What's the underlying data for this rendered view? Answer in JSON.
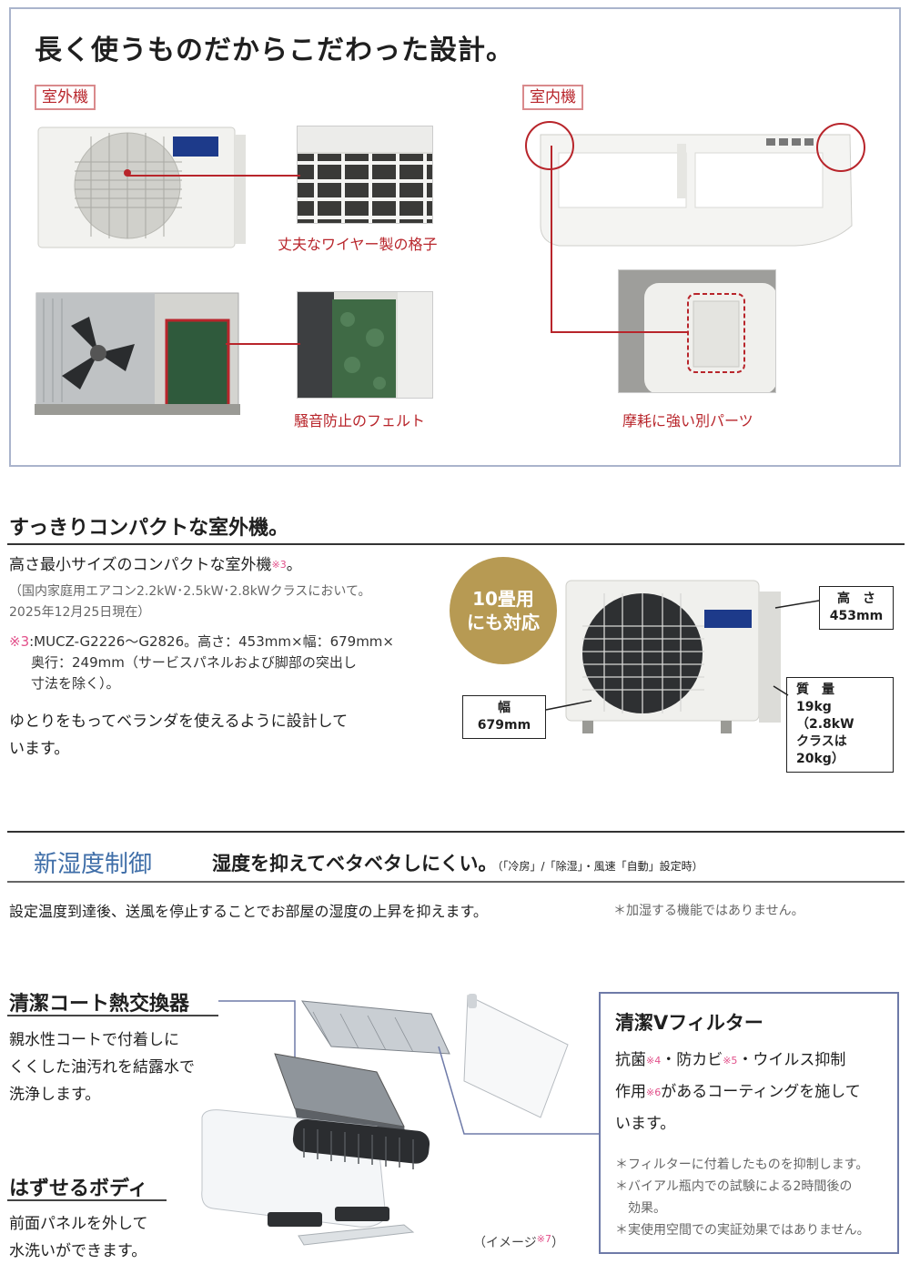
{
  "section1": {
    "title": "長く使うものだからこだわった設計。",
    "outdoor_tag": "室外機",
    "indoor_tag": "室内機",
    "labels": {
      "wire_grid": "丈夫なワイヤー製の格子",
      "felt": "騒音防止のフェルト",
      "parts": "摩耗に強い別パーツ"
    }
  },
  "section2": {
    "heading": "すっきりコンパクトな室外機。",
    "lead": "高さ最小サイズのコンパクトな室外機",
    "lead_mark": "※3",
    "lead_end": "。",
    "note1": "（国内家庭用エアコン2.2kW･2.5kW･2.8kWクラスにおいて。",
    "note2": "2025年12月25日現在）",
    "note3_mark": "※3",
    "note3_l1": ":MUCZ-G2226～G2826。高さ：453mm×幅：679mm×",
    "note3_l2": "奥行：249mm（サービスパネルおよび脚部の突出し",
    "note3_l3": "寸法を除く）。",
    "body1": "ゆとりをもってベランダを使えるように設計して",
    "body2": "います。",
    "badge_l1": "10畳用",
    "badge_l2": "にも対応",
    "height_label": "高　さ",
    "height_value": "453mm",
    "width_label": "幅",
    "width_value": "679mm",
    "mass_label": "質　量",
    "mass_l1": "19kg（2.8kW",
    "mass_l2": "クラスは20kg）"
  },
  "section3": {
    "label": "新湿度制御",
    "heading": "湿度を抑えてベタベタしにくい。",
    "heading_note": "（「冷房」/「除湿」・風速「自動」設定時）",
    "body": "設定温度到達後、送風を停止することでお部屋の湿度の上昇を抑えます。",
    "note": "＊加湿する機能ではありません。"
  },
  "section4": {
    "coat_title": "清潔コート熱交換器",
    "coat_l1": "親水性コートで付着しに",
    "coat_l2": "くくした油汚れを結露水で",
    "coat_l3": "洗浄します。",
    "body_title": "はずせるボディ",
    "body_l1": "前面パネルを外して",
    "body_l2": "水洗いができます。",
    "image_caption": "（イメージ",
    "image_mark": "※7",
    "image_caption_end": "）",
    "filter_title": "清潔Vフィルター",
    "filter_a": "抗菌",
    "filter_m4": "※4",
    "filter_b": "・防カビ",
    "filter_m5": "※5",
    "filter_c": "・ウイルス抑制",
    "filter_d": "作用",
    "filter_m6": "※6",
    "filter_e": "があるコーティングを施して",
    "filter_f": "います。",
    "fnote1": "＊フィルターに付着したものを抑制します。",
    "fnote2": "＊バイアル瓶内での試験による2時間後の",
    "fnote2b": "効果。",
    "fnote3": "＊実使用空間での実証効果ではありません。"
  },
  "colors": {
    "accent_red": "#b8252b",
    "badge_gold": "#b79a53",
    "frame_blue": "#aab4cc",
    "pink_mark": "#e2508a",
    "label_blue": "#3f6ea8"
  }
}
